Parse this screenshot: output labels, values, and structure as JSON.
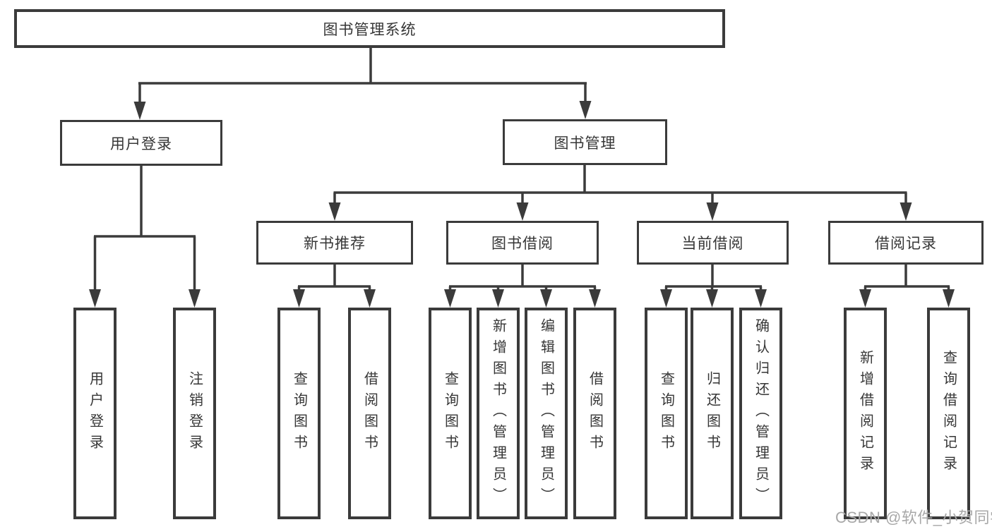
{
  "diagram": {
    "title_node": {
      "label": "图书管理系统"
    },
    "level2": [
      {
        "id": "user-login",
        "label": "用户登录"
      },
      {
        "id": "book-management",
        "label": "图书管理"
      }
    ],
    "level3": [
      {
        "id": "new-book-recommend",
        "label": "新书推荐"
      },
      {
        "id": "book-borrow",
        "label": "图书借阅"
      },
      {
        "id": "current-borrow",
        "label": "当前借阅"
      },
      {
        "id": "borrow-records",
        "label": "借阅记录"
      }
    ],
    "leaves": [
      {
        "group": "user-login",
        "label": "用户登录"
      },
      {
        "group": "user-login",
        "label": "注销登录"
      },
      {
        "group": "new-book-recommend",
        "label": "查询图书"
      },
      {
        "group": "new-book-recommend",
        "label": "借阅图书"
      },
      {
        "group": "book-borrow",
        "label": "查询图书"
      },
      {
        "group": "book-borrow",
        "label": "新增图书（管理员）"
      },
      {
        "group": "book-borrow",
        "label": "编辑图书（管理员）"
      },
      {
        "group": "book-borrow",
        "label": "借阅图书"
      },
      {
        "group": "current-borrow",
        "label": "查询图书"
      },
      {
        "group": "current-borrow",
        "label": "归还图书"
      },
      {
        "group": "current-borrow",
        "label": "确认归还（管理员）"
      },
      {
        "group": "borrow-records",
        "label": "新增借阅记录"
      },
      {
        "group": "borrow-records",
        "label": "查询借阅记录"
      }
    ]
  },
  "watermark": {
    "text": "CSDN @软件_小贺同学"
  },
  "colors": {
    "line": "#3b3b3b",
    "text": "#363636",
    "background": "#ffffff",
    "watermark": "#a8a8a8"
  }
}
